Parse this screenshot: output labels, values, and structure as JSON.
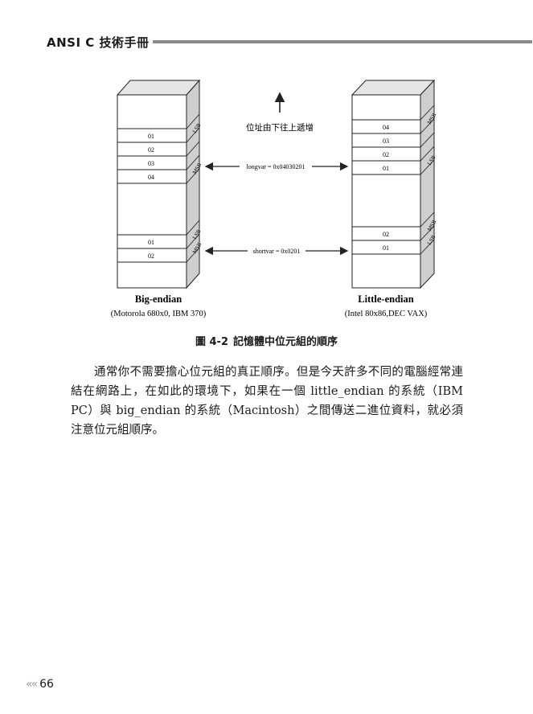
{
  "header": {
    "title": "ANSI C 技術手冊"
  },
  "figure": {
    "address_label": "位址由下往上遞增",
    "longvar_label": "longvar = 0x04030201",
    "shortvar_label": "shortvar = 0x0201",
    "big_endian": {
      "title": "Big-endian",
      "subtitle": "(Motorola 680x0, IBM 370)",
      "long_bytes": [
        "01",
        "02",
        "03",
        "04"
      ],
      "short_bytes": [
        "01",
        "02"
      ],
      "tags": {
        "lsb_top": "LSB",
        "msb_top": "MSB",
        "lsb_bottom": "LSB",
        "msb_bottom": "MSB"
      }
    },
    "little_endian": {
      "title": "Little-endian",
      "subtitle": "(Intel 80x86,DEC VAX)",
      "long_bytes": [
        "04",
        "03",
        "02",
        "01"
      ],
      "short_bytes": [
        "02",
        "01"
      ],
      "tags": {
        "msb_top": "MSB",
        "lsb_top": "LSB",
        "msb_bottom": "MSB",
        "lsb_bottom": "LSB"
      }
    }
  },
  "caption": {
    "number": "圖 4-2",
    "text": "記憶體中位元組的順序"
  },
  "body": {
    "paragraph": "通常你不需要擔心位元組的真正順序。但是今天許多不同的電腦經常連結在網路上，在如此的環境下，如果在一個 little_endian 的系統（IBM PC）與 big_endian 的系統（Macintosh）之間傳送二進位資料，就必須注意位元組順序。"
  },
  "footer": {
    "chevrons": "««",
    "page_number": "66"
  }
}
